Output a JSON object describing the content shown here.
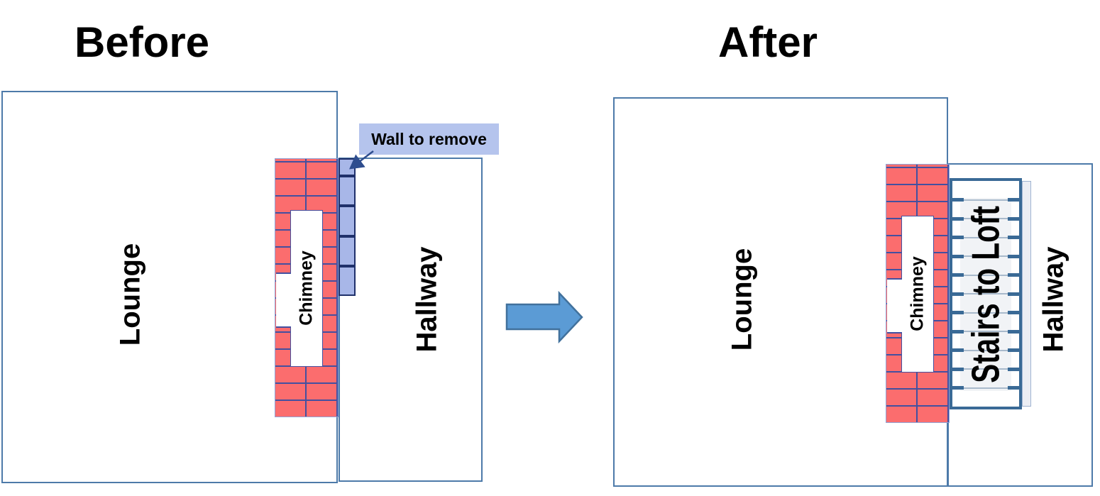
{
  "before": {
    "title": "Before",
    "lounge_label": "Lounge",
    "hallway_label": "Hallway",
    "chimney_label": "Chimney",
    "wall_note": "Wall to remove",
    "wall_segment_count": 5
  },
  "after": {
    "title": "After",
    "lounge_label": "Lounge",
    "hallway_label": "Hallway",
    "chimney_label": "Chimney",
    "stairs_label": "Stairs to Loft",
    "stair_tread_count": 11,
    "stair_step_count": 12
  },
  "colors": {
    "text": "#000000",
    "room_border": "#4d7aa9",
    "brick_fill": "#fb6d6e",
    "brick_joint": "#4350a0",
    "chimney_edge": "#8fa3d6",
    "wall_fill": "#a8b7e8",
    "wall_border": "#20316b",
    "note_bg": "#b5c4ed",
    "note_arrow": "#2e4d8e",
    "big_arrow_fill": "#5b9bd5",
    "big_arrow_stroke": "#41719c",
    "stairs_border": "#3a6a96",
    "tread_light": "#a9bacc",
    "stairs_band": "#f1f3f6",
    "back_panel_fill": "#eceef4",
    "back_panel_border": "#9fb3d1"
  }
}
